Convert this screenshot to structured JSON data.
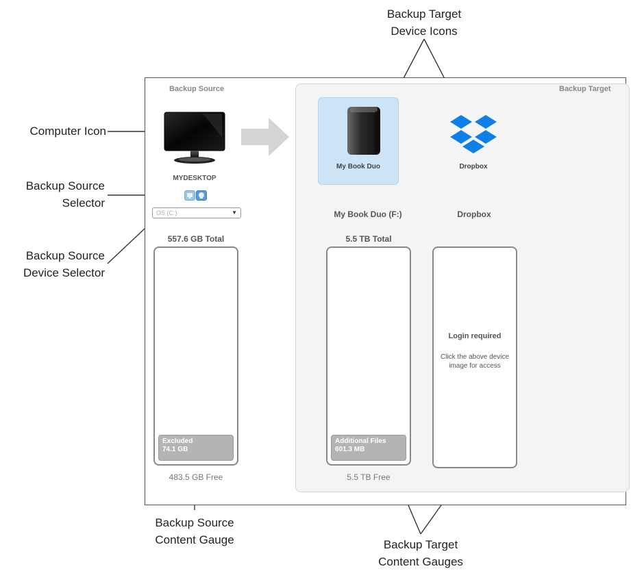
{
  "callouts": {
    "target_icons": [
      "Backup Target",
      "Device Icons"
    ],
    "computer_icon": "Computer Icon",
    "source_selector": [
      "Backup Source",
      "Selector"
    ],
    "source_device_selector": [
      "Backup Source",
      "Device Selector"
    ],
    "source_gauge": [
      "Backup Source",
      "Content Gauge"
    ],
    "target_gauges": [
      "Backup Target",
      "Content Gauges"
    ]
  },
  "screen": {
    "source_title": "Backup Source",
    "target_title": "Backup Target",
    "computer_name": "MYDESKTOP",
    "source_device_value": "OS (C:)",
    "source_total": "557.6 GB Total",
    "source_fill": [
      "Excluded",
      "74.1 GB"
    ],
    "source_free": "483.5 GB Free",
    "devices": [
      {
        "label": "My Book Duo",
        "icon": "external-drive-icon"
      },
      {
        "label": "Dropbox",
        "icon": "dropbox-icon"
      }
    ],
    "target1_name": "My Book Duo (F:)",
    "target1_total": "5.5 TB Total",
    "target1_fill": [
      "Additional Files",
      "601.3 MB"
    ],
    "target1_free": "5.5 TB Free",
    "target2_name": "Dropbox",
    "login_title": "Login required",
    "login_msg": "Click the above device image for access"
  },
  "colors": {
    "selected_device_bg": "#cde4f6",
    "dropbox_blue": "#0d7fe6",
    "gauge_fill": "#b4b4b4"
  }
}
